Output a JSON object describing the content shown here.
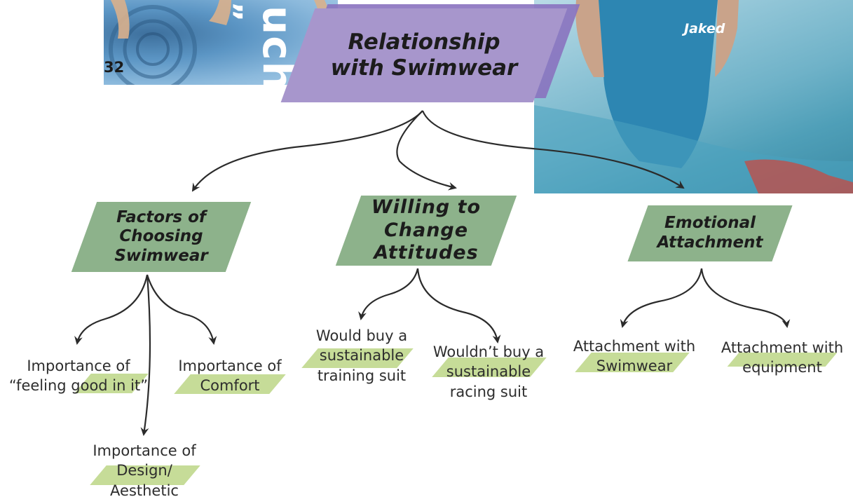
{
  "page_number": "32",
  "photo_text": "uch",
  "photo_quote": "”",
  "suit_brand": "Jaked",
  "root": {
    "label": "Relationship with Swimwear"
  },
  "categories": [
    {
      "label": "Factors of Choosing Swimwear"
    },
    {
      "label": "Willing to Change Attitudes"
    },
    {
      "label": "Emotional Attachment"
    }
  ],
  "leaves": [
    {
      "label": "Importance of “feeling good in it”"
    },
    {
      "label": "Importance of Comfort"
    },
    {
      "label": "Importance of Design/ Aesthetic"
    },
    {
      "label": "Would buy a sustainable training suit"
    },
    {
      "label": "Wouldn’t buy a sustainable racing suit"
    },
    {
      "label": "Attachment with Swimwear"
    },
    {
      "label": "Attachment with equipment"
    }
  ],
  "colors": {
    "root_fill": "#9f8cc6",
    "root_shadow": "#8a72bf",
    "category_fill": "#8db28b",
    "highlight": "#c6dc98",
    "edge": "#2b2b2b"
  }
}
